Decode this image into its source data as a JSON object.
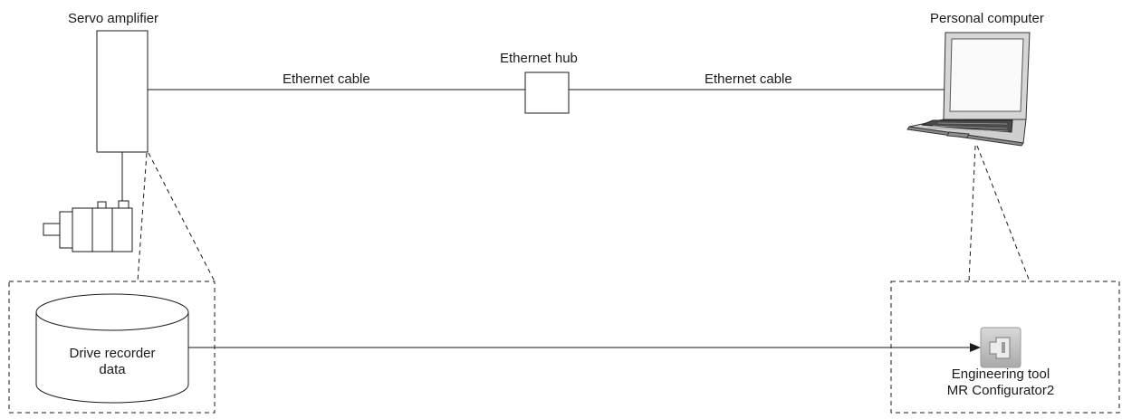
{
  "labels": {
    "servo_amplifier": "Servo amplifier",
    "personal_computer": "Personal computer",
    "ethernet_hub": "Ethernet hub",
    "ethernet_cable_left": "Ethernet cable",
    "ethernet_cable_right": "Ethernet cable",
    "drive_recorder_line1": "Drive recorder",
    "drive_recorder_line2": "data",
    "engineering_tool_line1": "Engineering tool",
    "engineering_tool_line2": "MR Configurator2"
  },
  "icons": {
    "servo_motor": "servo-motor-icon",
    "laptop": "laptop-icon",
    "software": "mr-configurator2-icon",
    "database": "database-cylinder-icon"
  },
  "colors": {
    "line": "#1a1a1a",
    "laptop_body": "#dcdcdc",
    "laptop_dark": "#3a3a3a",
    "icon_bg": "#bdbdbd"
  }
}
